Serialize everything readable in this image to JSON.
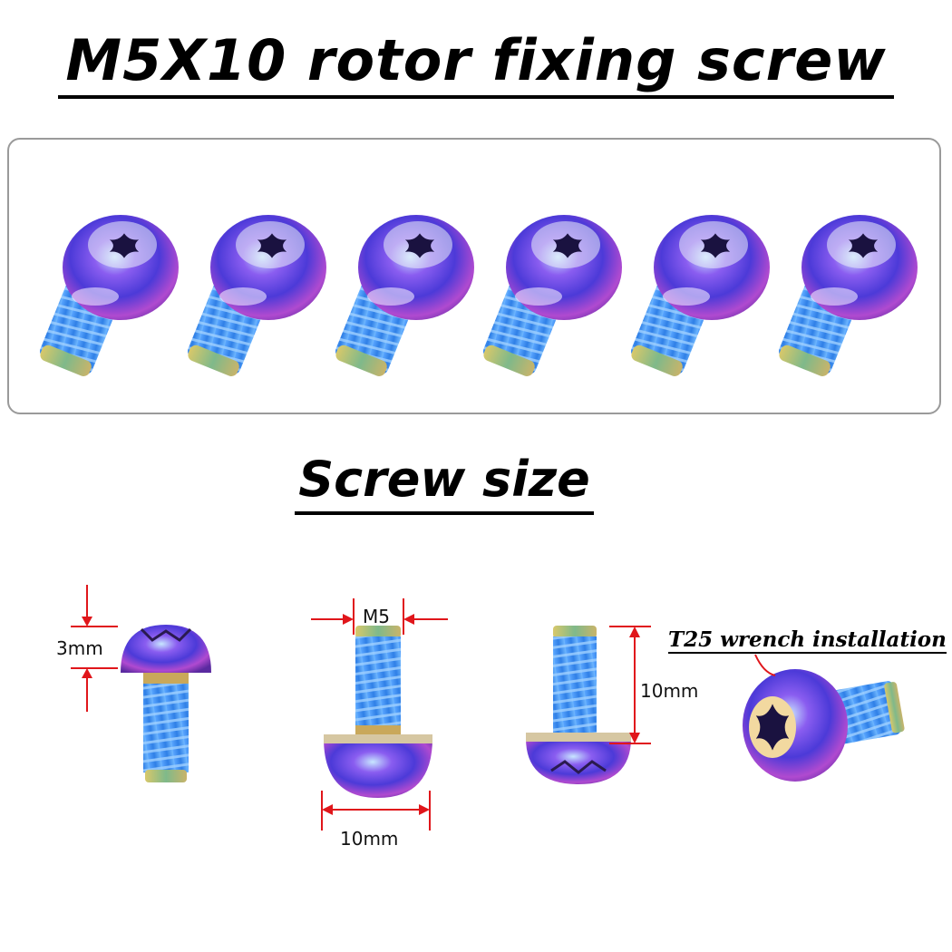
{
  "title": "M5X10 rotor fixing screw",
  "subtitle": "Screw size",
  "dimensions": {
    "head_height": "3mm",
    "thread_diameter": "M5",
    "head_diameter": "10mm",
    "screw_length": "10mm"
  },
  "wrench_note": "T25 wrench installation",
  "colors": {
    "dimension_red": "#e0161b",
    "thread_blue": "#3b8fe8",
    "head_purple": "#7a3fd1"
  },
  "icons": [
    "torx-screw-icon",
    "dimension-arrow-icon"
  ]
}
